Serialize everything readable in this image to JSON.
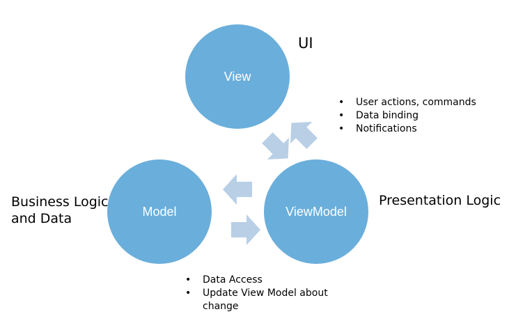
{
  "nodes": {
    "view": {
      "label": "View"
    },
    "model": {
      "label": "Model"
    },
    "viewmodel": {
      "label": "ViewModel"
    }
  },
  "annotations": {
    "ui": "UI",
    "presentation": "Presentation Logic",
    "business_line1": "Business Logic",
    "business_line2": "and Data"
  },
  "view_viewmodel_notes": [
    "User actions, commands",
    "Data binding",
    "Notifications"
  ],
  "model_notes": [
    "Data Access",
    "Update View Model about change"
  ],
  "colors": {
    "circle": "#6aaedb",
    "arrow": "#b8cfe6",
    "text": "#000000"
  }
}
